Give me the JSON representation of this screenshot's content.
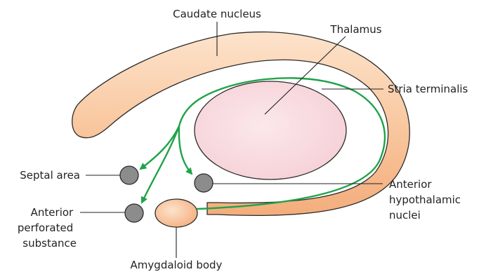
{
  "labels": {
    "caudate": "Caudate nucleus",
    "thalamus": "Thalamus",
    "stria": "Stria terminalis",
    "septal": "Septal area",
    "anterior_perforated": [
      "Anterior",
      "perforated",
      "substance"
    ],
    "anterior_hypothalamic": [
      "Anterior",
      "hypothalamic",
      "nuclei"
    ],
    "amygdaloid": "Amygdaloid body"
  },
  "colors": {
    "caudate_fill": "#f9c8a0",
    "caudate_outline": "#2b2b2b",
    "thalamus_fill": "#f9dde2",
    "stria_terminalis": "#1fa349",
    "nucleus_gray": "#8c8c8c"
  }
}
